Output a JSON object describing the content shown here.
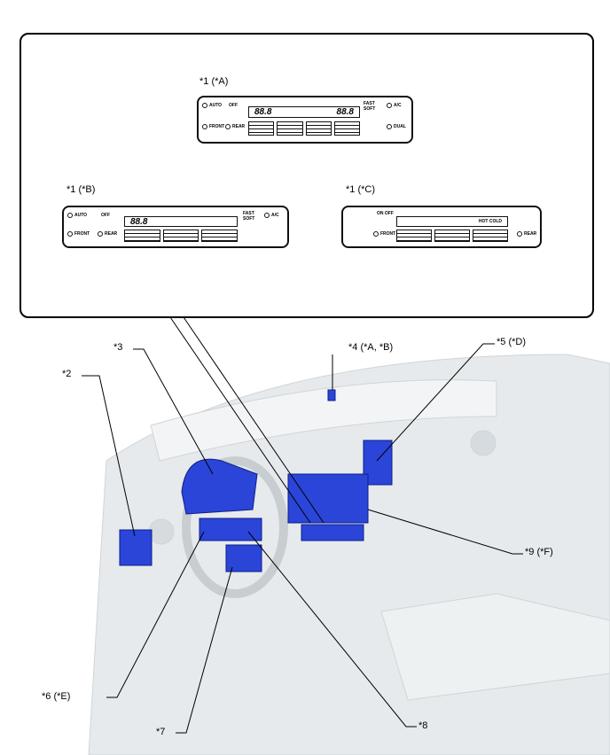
{
  "callout_labels": {
    "a": "*1 (*A)",
    "b": "*1 (*B)",
    "c": "*1 (*C)"
  },
  "panel": {
    "auto": "AUTO",
    "off": "OFF",
    "fast_soft": "FAST SOFT",
    "ac": "A/C",
    "dual": "DUAL",
    "front": "FRONT",
    "rear": "REAR",
    "display": "88.8",
    "hot_cold": "HOT COLD",
    "on_off": "ON OFF"
  },
  "labels": {
    "l2": "*2",
    "l3": "*3",
    "l4": "*4 (*A, *B)",
    "l5": "*5 (*D)",
    "l6": "*6 (*E)",
    "l7": "*7",
    "l8": "*8",
    "l9": "*9 (*F)"
  },
  "colors": {
    "component": "#2a45d8",
    "vehicle": "#e4e8ea",
    "line": "#000000"
  }
}
